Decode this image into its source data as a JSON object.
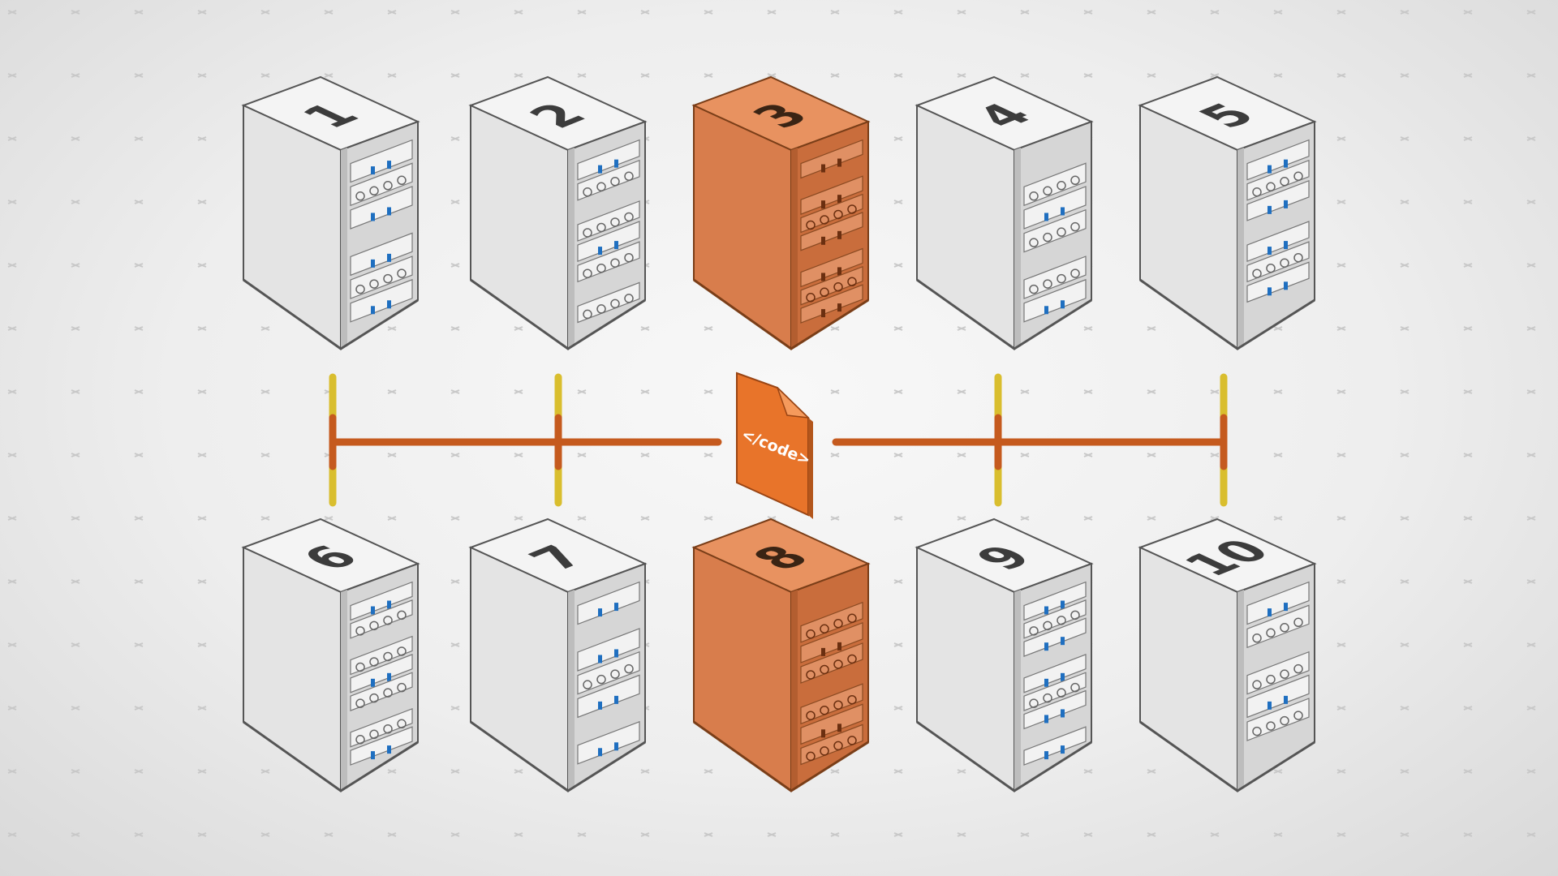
{
  "colors": {
    "background": "#eeeeee",
    "rack_face": "#e4e4e4",
    "rack_top": "#f4f4f4",
    "rack_inner": "#d6d6d6",
    "rack_edge": "#555555",
    "highlight_face": "#d87d4c",
    "highlight_top": "#e89260",
    "highlight_edge": "#7a3e18",
    "trunk_line": "#c55a1e",
    "drop_line": "#d9be2e",
    "file_icon": "#e8742a",
    "server_led": "#1f6fc0"
  },
  "document": {
    "label": "</code>",
    "icon": "code-file-icon"
  },
  "racks": [
    {
      "label": "1",
      "highlighted": false,
      "icon": "server-rack-icon"
    },
    {
      "label": "2",
      "highlighted": false,
      "icon": "server-rack-icon"
    },
    {
      "label": "3",
      "highlighted": true,
      "icon": "server-rack-icon"
    },
    {
      "label": "4",
      "highlighted": false,
      "icon": "server-rack-icon"
    },
    {
      "label": "5",
      "highlighted": false,
      "icon": "server-rack-icon"
    },
    {
      "label": "6",
      "highlighted": false,
      "icon": "server-rack-icon"
    },
    {
      "label": "7",
      "highlighted": false,
      "icon": "server-rack-icon"
    },
    {
      "label": "8",
      "highlighted": true,
      "icon": "server-rack-icon"
    },
    {
      "label": "9",
      "highlighted": false,
      "icon": "server-rack-icon"
    },
    {
      "label": "10",
      "highlighted": false,
      "icon": "server-rack-icon"
    }
  ],
  "connections": [
    {
      "from": "code-file",
      "to": "1"
    },
    {
      "from": "code-file",
      "to": "2"
    },
    {
      "from": "code-file",
      "to": "4"
    },
    {
      "from": "code-file",
      "to": "5"
    },
    {
      "from": "code-file",
      "to": "6"
    },
    {
      "from": "code-file",
      "to": "7"
    },
    {
      "from": "code-file",
      "to": "9"
    },
    {
      "from": "code-file",
      "to": "10"
    }
  ]
}
